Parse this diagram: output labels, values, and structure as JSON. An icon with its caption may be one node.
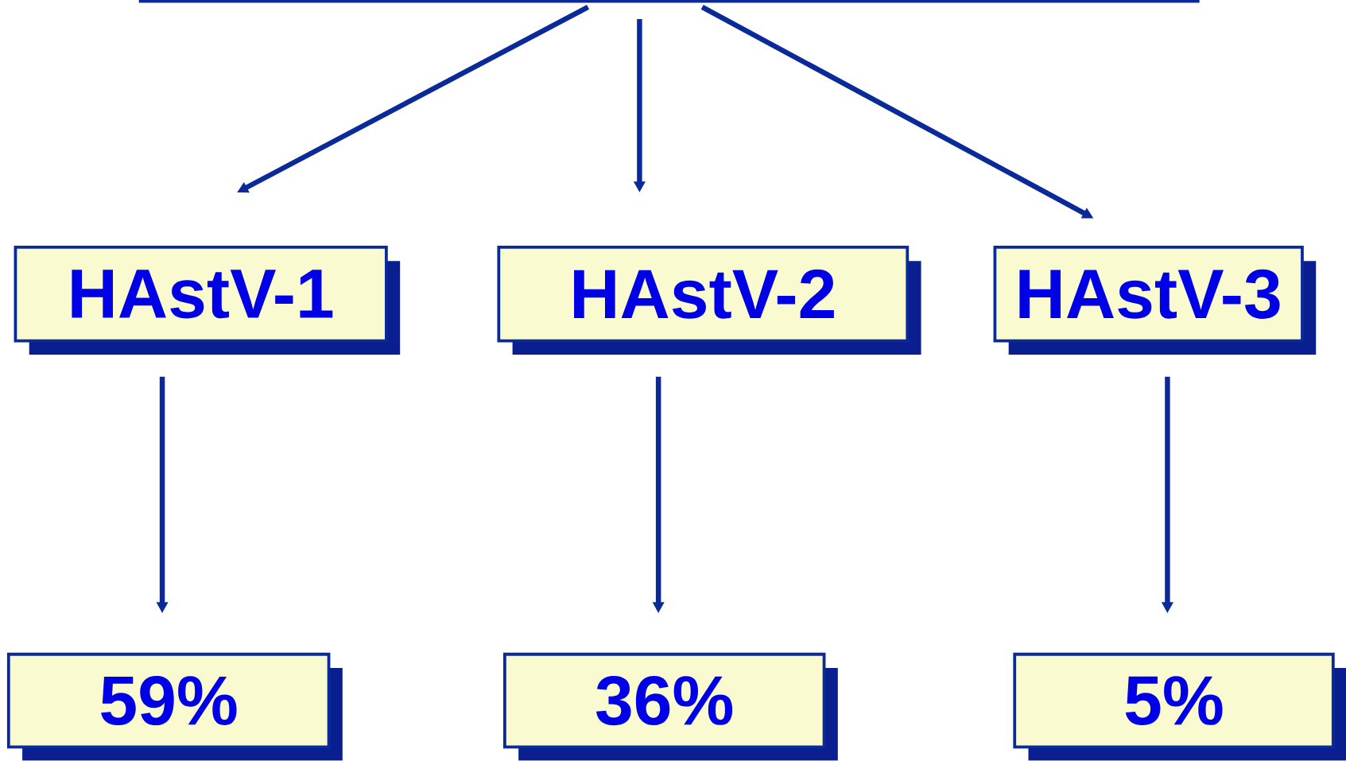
{
  "diagram": {
    "nodes": [
      {
        "text": [],
        "shape": "bar"
      },
      {
        "text": [
          "HAstV-1"
        ]
      },
      {
        "text": [
          "HAstV-2"
        ]
      },
      {
        "text": [
          "HAstV-3"
        ]
      },
      {
        "text": [
          "59%"
        ]
      },
      {
        "text": [
          "36%"
        ]
      },
      {
        "text": [
          "5%"
        ]
      }
    ],
    "edges": [
      {
        "from": 0,
        "to": 1,
        "arrow": "to"
      },
      {
        "from": 0,
        "to": 2,
        "arrow": "to"
      },
      {
        "from": 0,
        "to": 3,
        "arrow": "to"
      },
      {
        "from": 1,
        "to": 4,
        "arrow": "to"
      },
      {
        "from": 2,
        "to": 5,
        "arrow": "to"
      },
      {
        "from": 3,
        "to": 6,
        "arrow": "to"
      }
    ]
  }
}
